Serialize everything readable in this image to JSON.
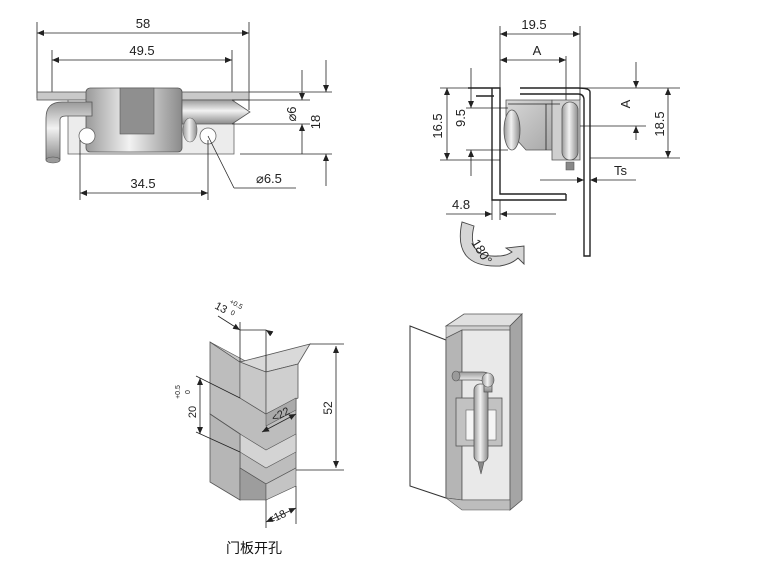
{
  "front_view": {
    "dim_overall": "58",
    "dim_inner": "49.5",
    "dim_pin_dia": "⌀6",
    "dim_height": "18",
    "dim_offset": "34.5",
    "dim_hole_dia": "⌀6.5"
  },
  "side_view": {
    "dim_width": "19.5",
    "dim_a_top": "A",
    "dim_a_side": "A",
    "dim_16_5": "16.5",
    "dim_9_5": "9.5",
    "dim_18_5": "18.5",
    "dim_ts": "Ts",
    "dim_4_8": "4.8",
    "rotation": "180°"
  },
  "cutout_view": {
    "dim_13": "13",
    "tol_13_plus": "+0.5",
    "tol_13_zero": "0",
    "dim_20": "20",
    "tol_20_plus": "+0.5",
    "tol_20_zero": "0",
    "dim_22": "<22",
    "dim_52": "52",
    "dim_18": "<18"
  },
  "caption": "门板开孔"
}
